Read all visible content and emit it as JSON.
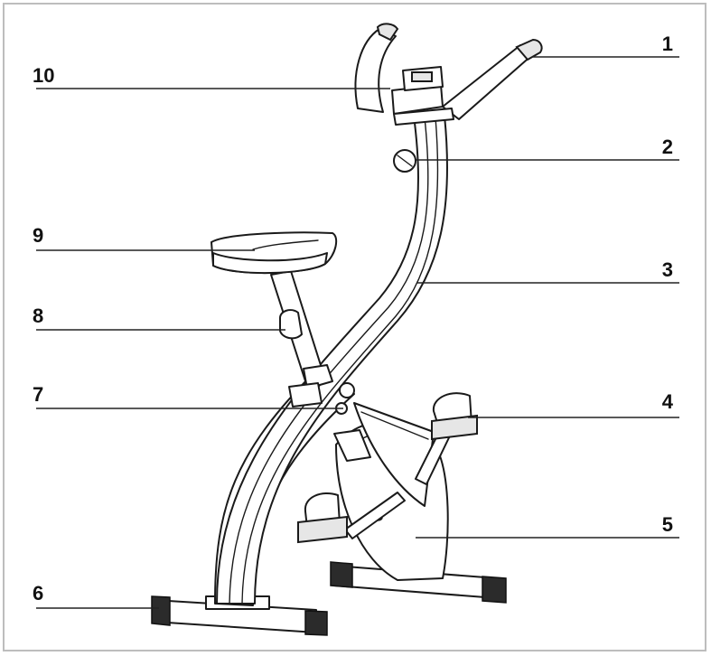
{
  "labels": [
    {
      "id": "1",
      "text": "1"
    },
    {
      "id": "2",
      "text": "2"
    },
    {
      "id": "3",
      "text": "3"
    },
    {
      "id": "4",
      "text": "4"
    },
    {
      "id": "5",
      "text": "5"
    },
    {
      "id": "6",
      "text": "6"
    },
    {
      "id": "7",
      "text": "7"
    },
    {
      "id": "8",
      "text": "8"
    },
    {
      "id": "9",
      "text": "9"
    },
    {
      "id": "10",
      "text": "10"
    }
  ]
}
